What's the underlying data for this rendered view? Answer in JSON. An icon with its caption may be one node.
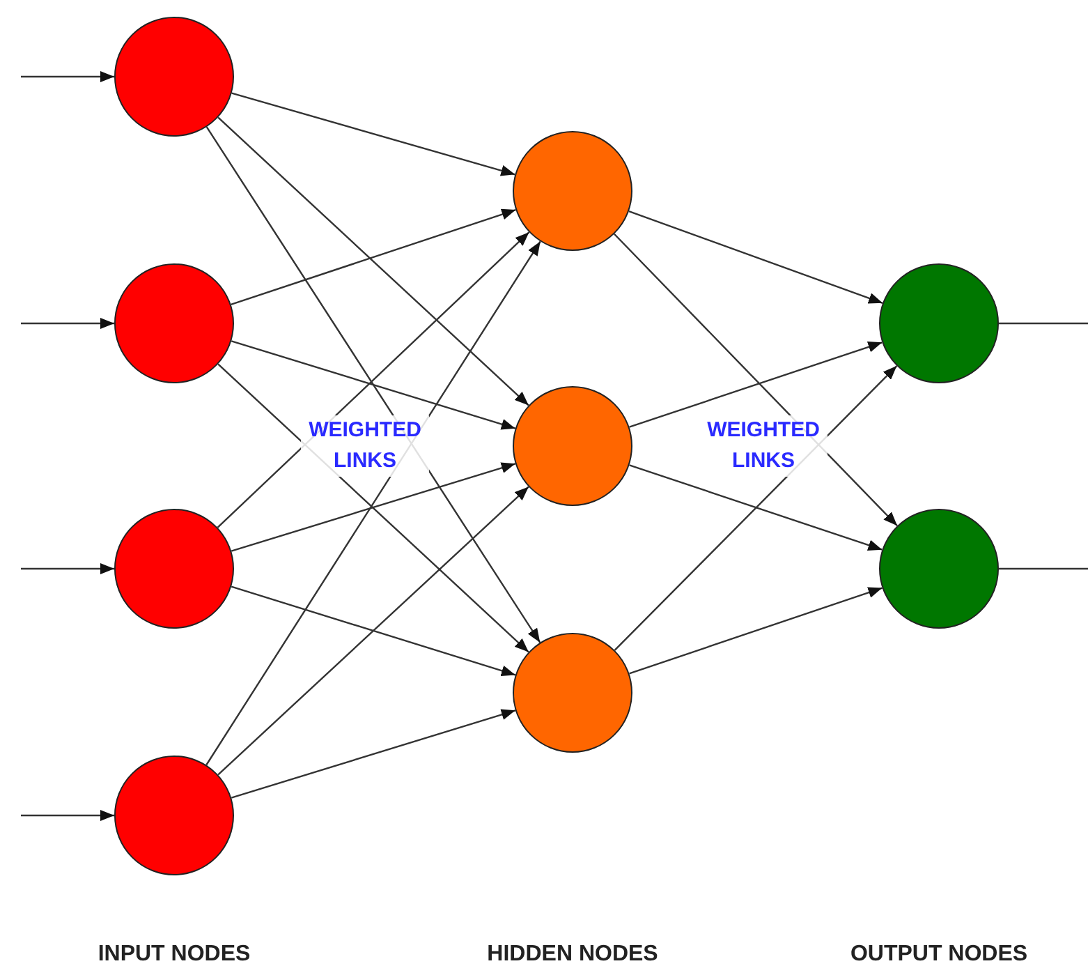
{
  "diagram": {
    "nodes": [
      {
        "text": [],
        "shape": "circle"
      },
      {
        "text": [],
        "shape": "circle"
      },
      {
        "text": [],
        "shape": "circle"
      },
      {
        "text": [],
        "shape": "circle"
      },
      {
        "text": [],
        "shape": "circle"
      },
      {
        "text": [],
        "shape": "circle"
      },
      {
        "text": [],
        "shape": "circle"
      },
      {
        "text": [],
        "shape": "circle"
      },
      {
        "text": [],
        "shape": "circle"
      }
    ],
    "edges": [
      {
        "from": null,
        "to": 0,
        "arrow": "to"
      },
      {
        "from": null,
        "to": 1,
        "arrow": "to"
      },
      {
        "from": null,
        "to": 2,
        "arrow": "to"
      },
      {
        "from": null,
        "to": 3,
        "arrow": "to"
      },
      {
        "from": 0,
        "to": 4,
        "arrow": "to"
      },
      {
        "from": 0,
        "to": 5,
        "arrow": "to"
      },
      {
        "from": 0,
        "to": 6,
        "arrow": "to"
      },
      {
        "from": 1,
        "to": 4,
        "arrow": "to"
      },
      {
        "from": 1,
        "to": 5,
        "arrow": "to"
      },
      {
        "from": 1,
        "to": 6,
        "arrow": "to"
      },
      {
        "from": 2,
        "to": 4,
        "arrow": "to"
      },
      {
        "from": 2,
        "to": 5,
        "arrow": "to"
      },
      {
        "from": 2,
        "to": 6,
        "arrow": "to"
      },
      {
        "from": 3,
        "to": 4,
        "arrow": "to"
      },
      {
        "from": 3,
        "to": 5,
        "arrow": "to"
      },
      {
        "from": 3,
        "to": 6,
        "arrow": "to"
      },
      {
        "from": 4,
        "to": 7,
        "arrow": "to"
      },
      {
        "from": 4,
        "to": 8,
        "arrow": "to"
      },
      {
        "from": 5,
        "to": 7,
        "arrow": "to"
      },
      {
        "from": 5,
        "to": 8,
        "arrow": "to"
      },
      {
        "from": 6,
        "to": 7,
        "arrow": "to"
      },
      {
        "from": 6,
        "to": 8,
        "arrow": "to"
      },
      {
        "from": 7,
        "to": null,
        "arrow": "none"
      },
      {
        "from": 8,
        "to": null,
        "arrow": "none"
      }
    ],
    "labels": [
      "WEIGHTED LINKS",
      "WEIGHTED LINKS",
      "INPUT NODES",
      "HIDDEN NODES",
      "OUTPUT NODES"
    ]
  }
}
